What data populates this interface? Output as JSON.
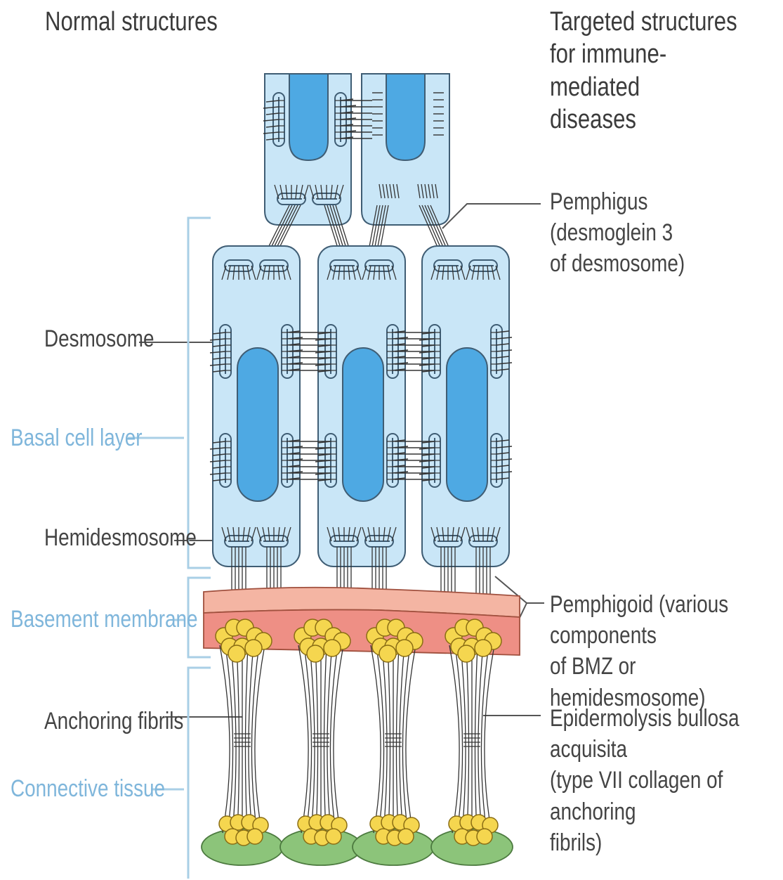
{
  "headers": {
    "normal": "Normal structures",
    "targeted": [
      "Targeted structures",
      "for immune-mediated",
      "diseases"
    ]
  },
  "left_labels": {
    "desmosome": "Desmosome",
    "basal_cell_layer": "Basal cell layer",
    "hemidesmosome": "Hemidesmosome",
    "basement_membrane": "Basement membrane",
    "anchoring_fibrils": "Anchoring fibrils",
    "connective_tissue": "Connective tissue"
  },
  "right_labels": {
    "pemphigus": [
      "Pemphigus (desmoglein 3",
      "of desmosome)"
    ],
    "pemphigoid": [
      "Pemphigoid (various components",
      "of BMZ or hemidesmosome)"
    ],
    "eba": [
      "Epidermolysis bullosa acquisita",
      "(type VII collagen of anchoring",
      "fibrils)"
    ]
  },
  "colors": {
    "cell_fill": "#c9e6f7",
    "cell_stroke": "#3f5d74",
    "nucleus": "#4ea9e3",
    "layer_label": "#7fb6db",
    "membrane_top": "#f4b5a3",
    "membrane_bottom": "#ee8f85",
    "collagen_ball": "#f5d64f",
    "plaque": "#8cc47a"
  }
}
